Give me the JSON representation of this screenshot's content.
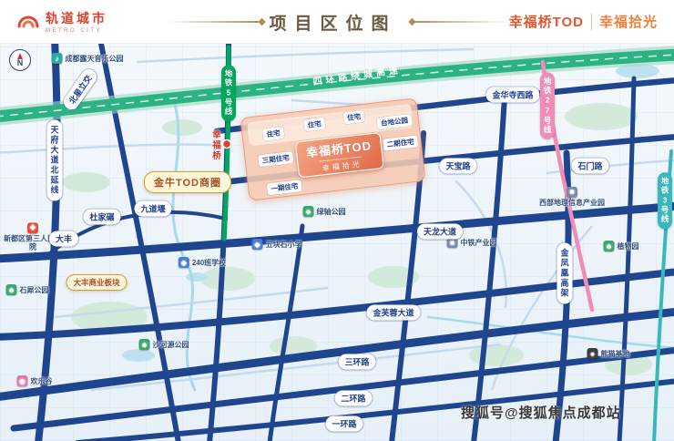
{
  "header": {
    "logo_title": "轨道城市",
    "logo_subtitle": "METRO CITY",
    "page_title": "项目区位图",
    "brand_primary": "幸福桥TOD",
    "brand_secondary": "幸福拾光"
  },
  "map": {
    "compass": "N",
    "expressway_label": "四环路绕城高速",
    "metro_line5": "地铁5号线",
    "metro_line27": "地铁27号线",
    "metro_line3": "地铁3号线",
    "station_xingfuqiao": "幸福桥",
    "project_logo_line1": "幸福桥TOD",
    "project_logo_line2": "幸福拾光",
    "jinniu_tod_circle": "金牛TOD商圈",
    "dafeng_business": "大丰商业板块",
    "roads": [
      "金华寺西路",
      "天宝路",
      "天龙大道",
      "金芙蓉大道",
      "三环路",
      "二环路",
      "一环路",
      "大丰",
      "杜家碾",
      "九道堰",
      "石门路",
      "北星立交",
      "天府大道北延线",
      "金凤凰高架"
    ],
    "parcels": [
      "住宅",
      "住宅",
      "住宅",
      "台地公园",
      "三期住宅",
      "二期住宅",
      "一期住宅"
    ],
    "pois": [
      {
        "name": "成都露天音乐公园",
        "glyph": "♪"
      },
      {
        "name": "新都区第三人民医院",
        "glyph": "✚"
      },
      {
        "name": "石犀公园",
        "glyph": "♣"
      },
      {
        "name": "欢乐谷",
        "glyph": "◉"
      },
      {
        "name": "沙河源公园",
        "glyph": "♣"
      },
      {
        "name": "绿轴公园",
        "glyph": "♣"
      },
      {
        "name": "五块石小学",
        "glyph": "◆"
      },
      {
        "name": "240班学校",
        "glyph": "◆"
      },
      {
        "name": "西部地理信息产业园",
        "glyph": "■"
      },
      {
        "name": "中铁产业园",
        "glyph": "■"
      },
      {
        "name": "植物园",
        "glyph": "♣"
      },
      {
        "name": "熊猫基地",
        "glyph": "●"
      }
    ],
    "watermark": "搜狐号@搜狐焦点成都站"
  },
  "colors": {
    "road": "#20458f",
    "expressway": "#2cb385",
    "metro5": "#00a75c",
    "metro27": "#f08cb6",
    "metro3": "#38b8bc",
    "project_area": "#f6c9b2",
    "accent_red": "#e23c2e",
    "gold": "#c9a23f"
  }
}
